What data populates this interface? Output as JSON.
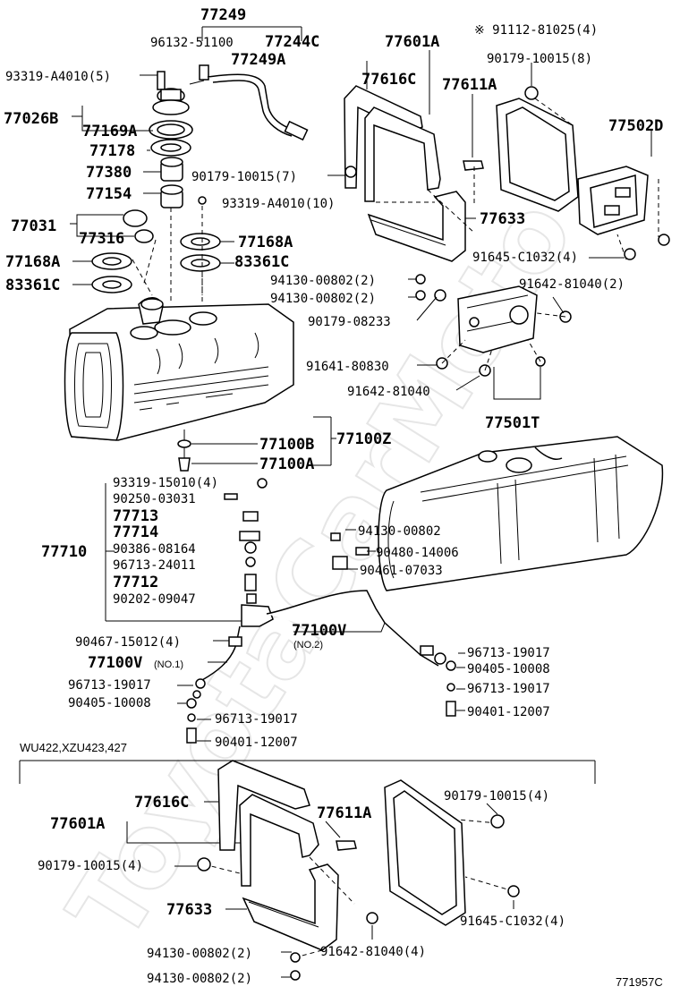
{
  "watermark": "ToyotaCarMoto",
  "figure_id": "771957C",
  "variant_note": "WU422,XZU423,427",
  "labels": {
    "p77249": "77249",
    "p96132_51100": "96132-51100",
    "p77244C": "77244C",
    "p77249A": "77249A",
    "p93319_A4010_5": "93319-A4010(5)",
    "p77026B": "77026B",
    "p77169A": "77169A",
    "p77178": "77178",
    "p77380": "77380",
    "p77154": "77154",
    "p77031": "77031",
    "p77316": "77316",
    "p77168A_l": "77168A",
    "p83361C_l": "83361C",
    "p90179_10015_7": "90179-10015(7)",
    "p93319_A4010_10": "93319-A4010(10)",
    "p77168A_r": "77168A",
    "p83361C_r": "83361C",
    "p77601A": "77601A",
    "p77616C": "77616C",
    "p77611A": "77611A",
    "p77633": "77633",
    "p91112_note": "※ 91112-81025(4)",
    "p90179_10015_8": "90179-10015(8)",
    "p77502D": "77502D",
    "p91645_C1032_4": "91645-C1032(4)",
    "p91642_81040_2": "91642-81040(2)",
    "p94130_00802_2a": "94130-00802(2)",
    "p94130_00802_2b": "94130-00802(2)",
    "p90179_08233": "90179-08233",
    "p91641_80830": "91641-80830",
    "p91642_81040": "91642-81040",
    "p77501T": "77501T",
    "p77100Z": "77100Z",
    "p77100B": "77100B",
    "p77100A": "77100A",
    "p93319_15010_4": "93319-15010(4)",
    "p90250_03031": "90250-03031",
    "p77713": "77713",
    "p77714": "77714",
    "p77710": "77710",
    "p90386_08164": "90386-08164",
    "p96713_24011": "96713-24011",
    "p77712": "77712",
    "p90202_09047": "90202-09047",
    "p94130_00802": "94130-00802",
    "p90480_14006": "90480-14006",
    "p90461_07033": "90461-07033",
    "p90467_15012_4": "90467-15012(4)",
    "p77100V_no1": "77100V",
    "p77100V_no1_sub": "(NO.1)",
    "p77100V_no2": "77100V",
    "p77100V_no2_sub": "(NO.2)",
    "p96713_19017_l1": "96713-19017",
    "p90405_10008_l": "90405-10008",
    "p96713_19017_l2": "96713-19017",
    "p90401_12007_l": "90401-12007",
    "p96713_19017_r1": "96713-19017",
    "p90405_10008_r": "90405-10008",
    "p96713_19017_r2": "96713-19017",
    "p90401_12007_r": "90401-12007",
    "b_77616C": "77616C",
    "b_77601A": "77601A",
    "b_77611A": "77611A",
    "b_90179_10015_4a": "90179-10015(4)",
    "b_90179_10015_4b": "90179-10015(4)",
    "b_91645_C1032_4": "91645-C1032(4)",
    "b_77633": "77633",
    "b_91642_81040_4": "91642-81040(4)",
    "b_94130_00802_2a": "94130-00802(2)",
    "b_94130_00802_2b": "94130-00802(2)"
  }
}
